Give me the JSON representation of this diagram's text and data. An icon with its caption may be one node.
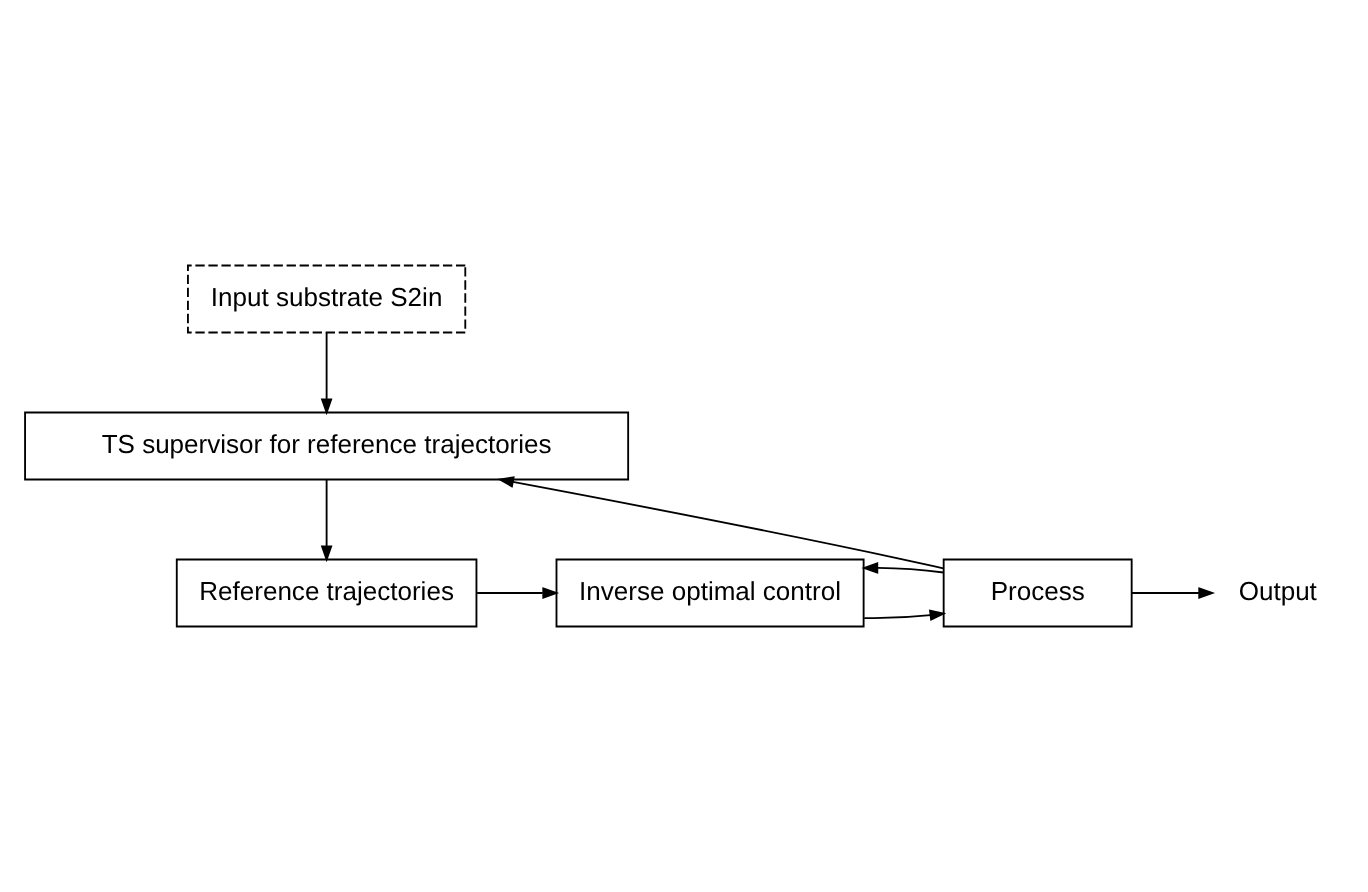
{
  "diagram": {
    "nodes": [
      {
        "text": [
          "Input substrate S2in"
        ]
      },
      {
        "text": [
          "TS supervisor for reference trajectories"
        ]
      },
      {
        "text": [
          "Reference trajectories"
        ]
      },
      {
        "text": [
          "Inverse optimal control"
        ]
      },
      {
        "text": [
          "Process"
        ]
      },
      {
        "text": [
          "Output"
        ]
      }
    ],
    "edges": [
      {
        "from": 0,
        "to": 1,
        "arrow": "to"
      },
      {
        "from": 1,
        "to": 2,
        "arrow": "to"
      },
      {
        "from": 2,
        "to": 3,
        "arrow": "to"
      },
      {
        "from": 3,
        "to": 4,
        "arrow": "to"
      },
      {
        "from": 4,
        "to": 5,
        "arrow": "to"
      },
      {
        "from": 4,
        "to": 1,
        "arrow": "to"
      },
      {
        "from": 4,
        "to": 3,
        "arrow": "to"
      }
    ]
  }
}
